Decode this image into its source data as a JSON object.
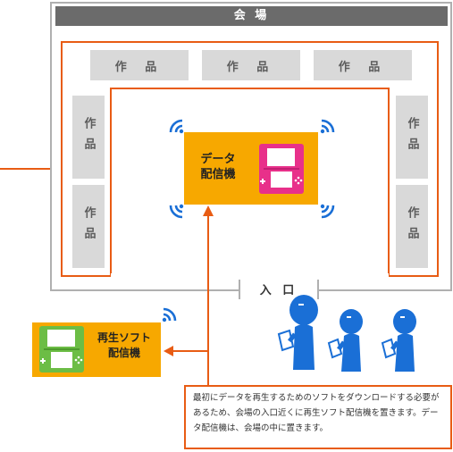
{
  "venue": {
    "title": "会 場"
  },
  "works": {
    "top": [
      "作 品",
      "作 品",
      "作 品"
    ],
    "left": [
      "作品",
      "作品"
    ],
    "right": [
      "作品",
      "作品"
    ]
  },
  "distribution_device": {
    "line1": "データ",
    "line2": "配信機"
  },
  "entrance": {
    "label": "入 口"
  },
  "playback_device": {
    "line1": "再生ソフト",
    "line2": "配信機"
  },
  "note": "最初にデータを再生するためのソフトをダウンロードする必要があるため、会場の入口近くに再生ソフト配信機を置きます。データ配信機は、会場の中に置きます。",
  "colors": {
    "orange": "#e85c14",
    "amber": "#f7a800",
    "pink": "#e8308a",
    "green": "#6cbd45",
    "blue": "#1a6fd6",
    "gray": "#d9d9d9"
  }
}
